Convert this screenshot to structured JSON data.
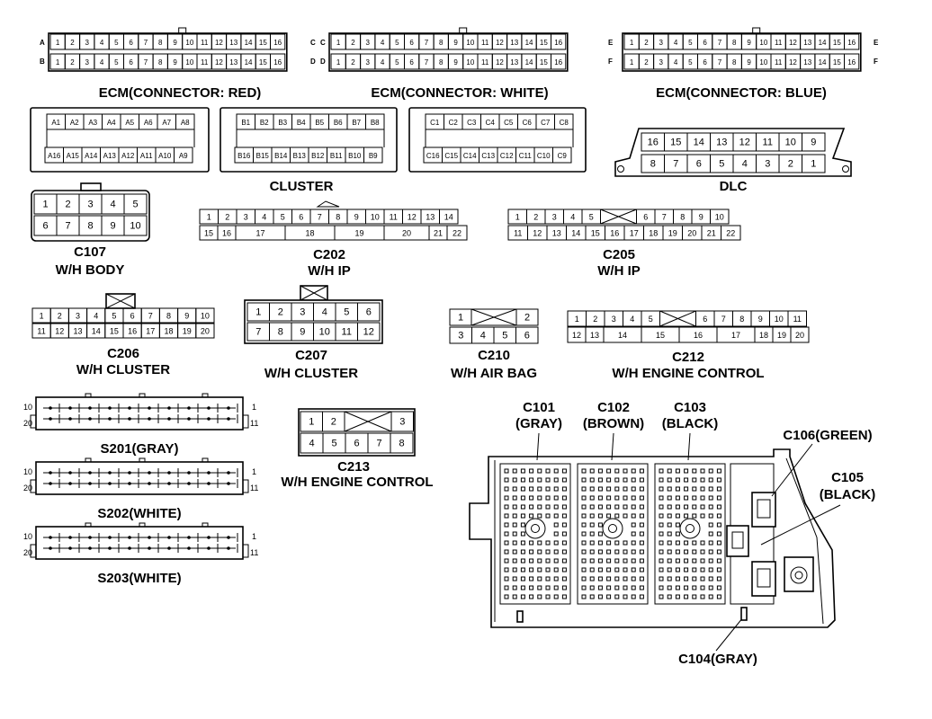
{
  "ecm_red": {
    "title": "ECM(CONNECTOR: RED)",
    "rows": [
      "A",
      "B"
    ],
    "pins": [
      "1",
      "2",
      "3",
      "4",
      "5",
      "6",
      "7",
      "8",
      "9",
      "10",
      "11",
      "12",
      "13",
      "14",
      "15",
      "16"
    ]
  },
  "ecm_white": {
    "title": "ECM(CONNECTOR: WHITE)",
    "rows": [
      "C",
      "D"
    ],
    "pins": [
      "1",
      "2",
      "3",
      "4",
      "5",
      "6",
      "7",
      "8",
      "9",
      "10",
      "11",
      "12",
      "13",
      "14",
      "15",
      "16"
    ]
  },
  "ecm_blue": {
    "title": "ECM(CONNECTOR: BLUE)",
    "rows": [
      "E",
      "F"
    ],
    "pins": [
      "1",
      "2",
      "3",
      "4",
      "5",
      "6",
      "7",
      "8",
      "9",
      "10",
      "11",
      "12",
      "13",
      "14",
      "15",
      "16"
    ]
  },
  "cluster": {
    "title": "CLUSTER",
    "a_top": [
      "A1",
      "A2",
      "A3",
      "A4",
      "A5",
      "A6",
      "A7",
      "A8"
    ],
    "a_bottom": [
      "A16",
      "A15",
      "A14",
      "A13",
      "A12",
      "A11",
      "A10",
      "A9"
    ],
    "b_top": [
      "B1",
      "B2",
      "B3",
      "B4",
      "B5",
      "B6",
      "B7",
      "B8"
    ],
    "b_bottom": [
      "B16",
      "B15",
      "B14",
      "B13",
      "B12",
      "B11",
      "B10",
      "B9"
    ],
    "c_top": [
      "C1",
      "C2",
      "C3",
      "C4",
      "C5",
      "C6",
      "C7",
      "C8"
    ],
    "c_bottom": [
      "C16",
      "C15",
      "C14",
      "C13",
      "C12",
      "C11",
      "C10",
      "C9"
    ]
  },
  "dlc": {
    "title": "DLC",
    "top": [
      "16",
      "15",
      "14",
      "13",
      "12",
      "11",
      "10",
      "9"
    ],
    "bottom": [
      "8",
      "7",
      "6",
      "5",
      "4",
      "3",
      "2",
      "1"
    ]
  },
  "c107": {
    "name": "C107",
    "desc": "W/H BODY",
    "top": [
      "1",
      "2",
      "3",
      "4",
      "5"
    ],
    "bottom": [
      "6",
      "7",
      "8",
      "9",
      "10"
    ]
  },
  "c202": {
    "name": "C202",
    "desc": "W/H IP",
    "top": [
      "1",
      "2",
      "3",
      "4",
      "5",
      "6",
      "7",
      "8",
      "9",
      "10",
      "11",
      "12",
      "13",
      "14"
    ],
    "bottom": [
      "15",
      "16",
      "17",
      "18",
      "19",
      "20",
      "21",
      "22"
    ]
  },
  "c205": {
    "name": "C205",
    "desc": "W/H IP",
    "top": [
      "1",
      "2",
      "3",
      "4",
      "5",
      "6",
      "7",
      "8",
      "9",
      "10"
    ],
    "bottom": [
      "11",
      "12",
      "13",
      "14",
      "15",
      "16",
      "17",
      "18",
      "19",
      "20",
      "21",
      "22"
    ]
  },
  "c206": {
    "name": "C206",
    "desc": "W/H CLUSTER",
    "top": [
      "1",
      "2",
      "3",
      "4",
      "5",
      "6",
      "7",
      "8",
      "9",
      "10"
    ],
    "bottom": [
      "11",
      "12",
      "13",
      "14",
      "15",
      "16",
      "17",
      "18",
      "19",
      "20"
    ]
  },
  "c207": {
    "name": "C207",
    "desc": "W/H CLUSTER",
    "top": [
      "1",
      "2",
      "3",
      "4",
      "5",
      "6"
    ],
    "bottom": [
      "7",
      "8",
      "9",
      "10",
      "11",
      "12"
    ]
  },
  "c210": {
    "name": "C210",
    "desc": "W/H AIR BAG",
    "top": [
      "1",
      "2"
    ],
    "bottom": [
      "3",
      "4",
      "5",
      "6"
    ]
  },
  "c212": {
    "name": "C212",
    "desc": "W/H ENGINE CONTROL",
    "top": [
      "1",
      "2",
      "3",
      "4",
      "5",
      "6",
      "7",
      "8",
      "9",
      "10",
      "11"
    ],
    "bottom": [
      "12",
      "13",
      "14",
      "15",
      "16",
      "17",
      "18",
      "19",
      "20"
    ]
  },
  "c213": {
    "name": "C213",
    "desc": "W/H ENGINE CONTROL",
    "top": [
      "1",
      "2",
      "3"
    ],
    "bottom": [
      "4",
      "5",
      "6",
      "7",
      "8"
    ]
  },
  "splices": [
    {
      "name": "S201(GRAY)",
      "left_top": "10",
      "left_bottom": "20",
      "right_top": "1",
      "right_bottom": "11"
    },
    {
      "name": "S202(WHITE)",
      "left_top": "10",
      "left_bottom": "20",
      "right_top": "1",
      "right_bottom": "11"
    },
    {
      "name": "S203(WHITE)",
      "left_top": "10",
      "left_bottom": "20",
      "right_top": "1",
      "right_bottom": "11"
    }
  ],
  "junction_block": {
    "c101": {
      "name": "C101",
      "color": "(GRAY)"
    },
    "c102": {
      "name": "C102",
      "color": "(BROWN)"
    },
    "c103": {
      "name": "C103",
      "color": "(BLACK)"
    },
    "c104": "C104(GRAY)",
    "c105": {
      "name": "C105",
      "color": "(BLACK)"
    },
    "c106": "C106(GREEN)"
  }
}
